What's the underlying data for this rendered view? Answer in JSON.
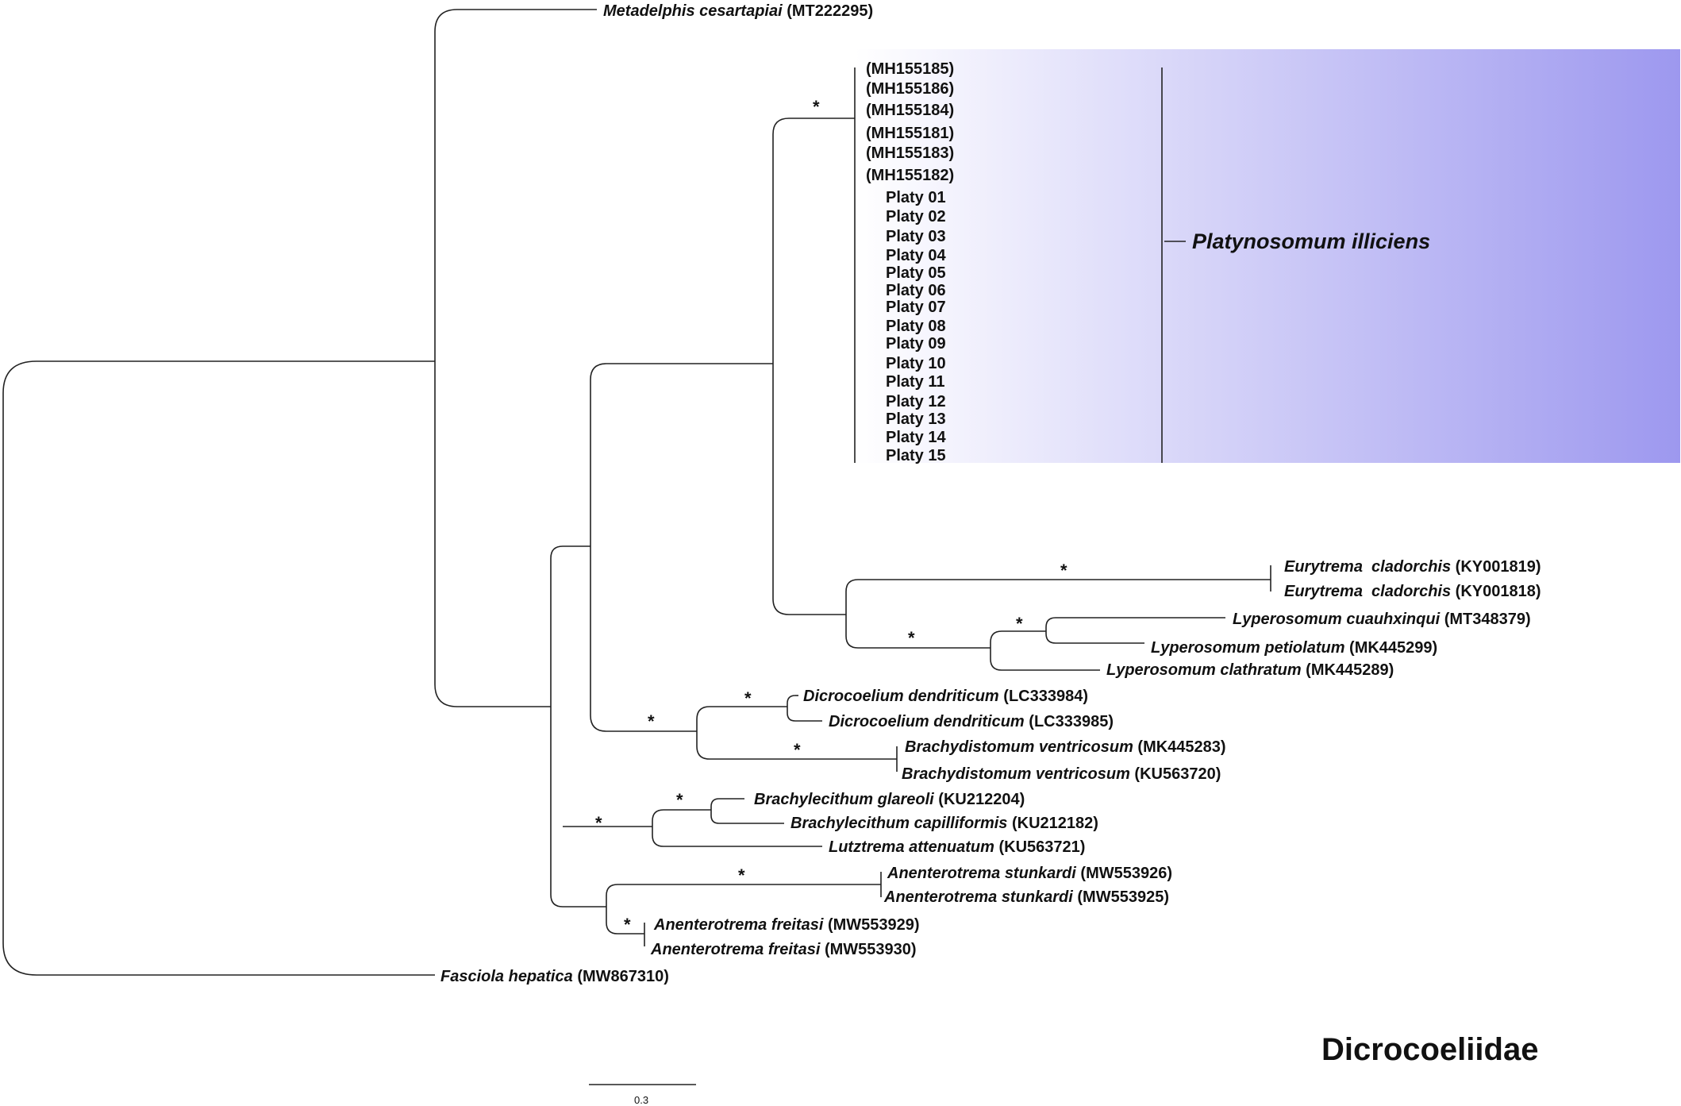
{
  "family": "Dicrocoeliidae",
  "scale_label": "0.3",
  "bootstrap_symbol": "*",
  "highlight": {
    "color_start": "#ffffff",
    "color_end": "#9d98ef",
    "label": "Platynosomum illiciens"
  },
  "taxa": {
    "metadelphis": {
      "name": "Metadelphis cesartapiai",
      "acc": "(MT222295)"
    },
    "platy_cluster": [
      "(MH155185)",
      "(MH155186)",
      "(MH155184)",
      "(MH155181)",
      "(MH155183)",
      "(MH155182)",
      "Platy 01",
      "Platy 02",
      "Platy 03",
      "Platy 04",
      "Platy 05",
      "Platy 06",
      "Platy 07",
      "Platy 08",
      "Platy 09",
      "Platy 10",
      "Platy 11",
      "Platy 12",
      "Platy 13",
      "Platy 14",
      "Platy 15"
    ],
    "eury1": {
      "name": "Eurytrema  cladorchis",
      "acc": "(KY001819)"
    },
    "eury2": {
      "name": "Eurytrema  cladorchis",
      "acc": "(KY001818)"
    },
    "lyper_cuau": {
      "name": "Lyperosomum cuauhxinqui",
      "acc": "(MT348379)"
    },
    "lyper_peti": {
      "name": "Lyperosomum petiolatum",
      "acc": "(MK445299)"
    },
    "lyper_clat": {
      "name": "Lyperosomum clathratum",
      "acc": "(MK445289)"
    },
    "dicro1": {
      "name": "Dicrocoelium dendriticum",
      "acc": "(LC333984)"
    },
    "dicro2": {
      "name": "Dicrocoelium dendriticum",
      "acc": "(LC333985)"
    },
    "brachyd1": {
      "name": "Brachydistomum ventricosum",
      "acc": "(MK445283)"
    },
    "brachyd2": {
      "name": "Brachydistomum ventricosum",
      "acc": "(KU563720)"
    },
    "brachyl_glar": {
      "name": "Brachylecithum glareoli",
      "acc": " (KU212204)"
    },
    "brachyl_capi": {
      "name": "Brachylecithum capilliformis",
      "acc": "(KU212182)"
    },
    "lutz": {
      "name": "Lutztrema attenuatum",
      "acc": "(KU563721)"
    },
    "anent_stunk1": {
      "name": "Anenterotrema stunkardi",
      "acc": "(MW553926)"
    },
    "anent_stunk2": {
      "name": "Anenterotrema stunkardi",
      "acc": " (MW553925)"
    },
    "anent_frei1": {
      "name": "Anenterotrema freitasi",
      "acc": " (MW553929)"
    },
    "anent_frei2": {
      "name": "Anenterotrema freitasi",
      "acc": " (MW553930)"
    },
    "fasciola": {
      "name": "Fasciola hepatica",
      "acc": "(MW867310)"
    }
  }
}
